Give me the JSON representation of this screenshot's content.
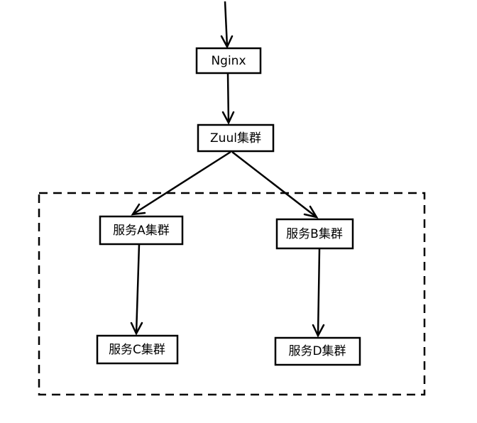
{
  "diagram": {
    "nodes": {
      "nginx": {
        "label": "Nginx"
      },
      "zuul": {
        "label": "Zuul集群"
      },
      "service_a": {
        "label": "服务A集群"
      },
      "service_b": {
        "label": "服务B集群"
      },
      "service_c": {
        "label": "服务C集群"
      },
      "service_d": {
        "label": "服务D集群"
      }
    },
    "edges": [
      {
        "from": "entry",
        "to": "nginx"
      },
      {
        "from": "nginx",
        "to": "zuul"
      },
      {
        "from": "zuul",
        "to": "service_a"
      },
      {
        "from": "zuul",
        "to": "service_b"
      },
      {
        "from": "service_a",
        "to": "service_c"
      },
      {
        "from": "service_b",
        "to": "service_d"
      }
    ],
    "group": {
      "style": "dashed",
      "contains": [
        "service_a",
        "service_b",
        "service_c",
        "service_d"
      ]
    }
  }
}
